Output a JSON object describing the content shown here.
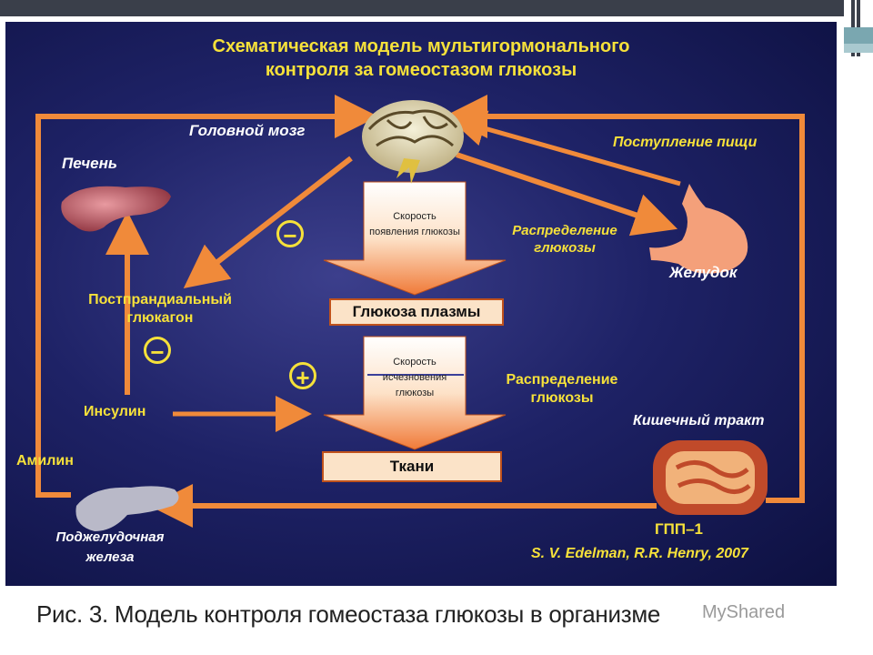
{
  "title_line1": "Схематическая модель мультигормонального",
  "title_line2": "контроля за гомеостазом глюкозы",
  "labels": {
    "brain": "Головной мозг",
    "liver": "Печень",
    "food_intake": "Поступление пищи",
    "glucose_distribution_top": "Распределение глюкозы",
    "stomach": "Желудок",
    "postprandial_glucagon": "Постпрандиальный глюкагон",
    "insulin": "Инсулин",
    "glucose_distribution_bottom": "Распределение глюкозы",
    "intestinal_tract": "Кишечный тракт",
    "amylin": "Амилин",
    "pancreas": "Поджелудочная железа",
    "glp1": "ГПП–1",
    "citation": "S. V. Edelman, R.R. Henry, 2007"
  },
  "boxes": {
    "appearance_rate": "Скорость появления глюкозы",
    "plasma_glucose": "Глюкоза плазмы",
    "disappearance_rate": "Скорость исчезновения глюкозы",
    "tissues": "Ткани"
  },
  "signs": {
    "minus": "−",
    "plus": "+"
  },
  "caption": "Рис. 3. Модель контроля гомеостаза глюкозы в организме",
  "watermark": "MyShared",
  "colors": {
    "arrow": "#f08a3a",
    "label": "#f6e13a",
    "background": "#1e2266"
  }
}
